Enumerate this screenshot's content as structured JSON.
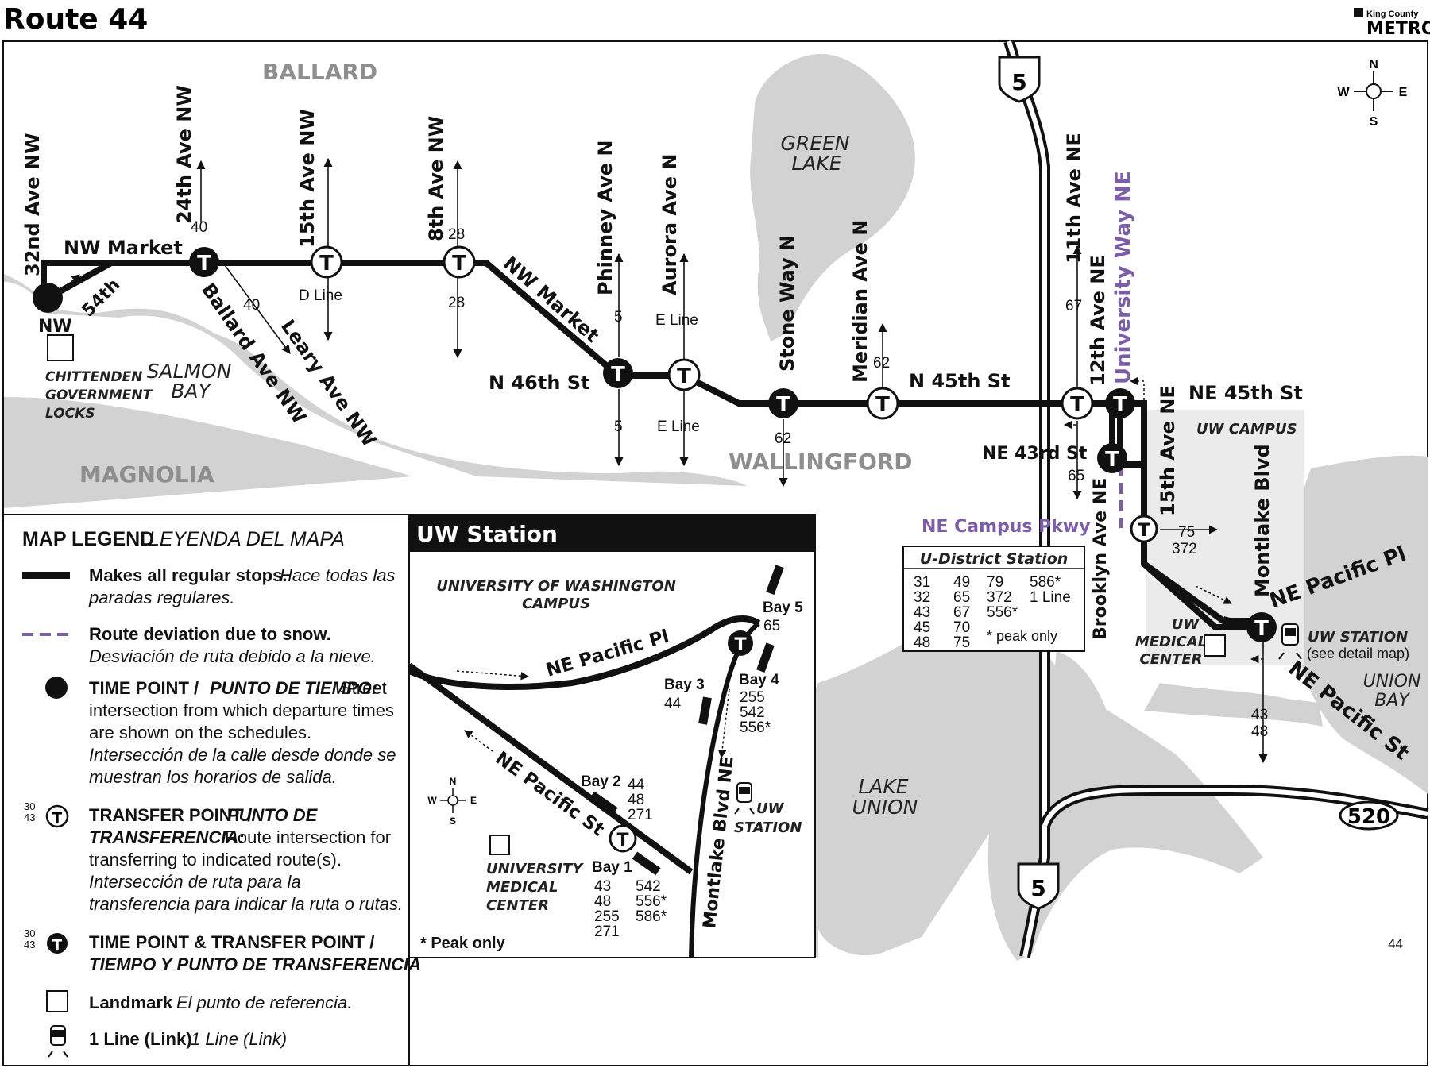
{
  "header": {
    "title": "Route 44",
    "agency_small": "King County",
    "agency": "METRO"
  },
  "compass": {
    "n": "N",
    "s": "S",
    "e": "E",
    "w": "W"
  },
  "neighborhoods": {
    "ballard": "BALLARD",
    "magnolia": "MAGNOLIA",
    "wallingford": "WALLINGFORD"
  },
  "water": {
    "green_lake_1": "GREEN",
    "green_lake_2": "LAKE",
    "salmon_bay_1": "SALMON",
    "salmon_bay_2": "BAY",
    "lake_union_1": "LAKE",
    "lake_union_2": "UNION",
    "union_bay_1": "UNION",
    "union_bay_2": "BAY"
  },
  "streets": {
    "s32nd": "32nd Ave NW",
    "s24th": "24th Ave NW",
    "s15th": "15th Ave NW",
    "s8th": "8th Ave NW",
    "phinney": "Phinney Ave N",
    "aurora": "Aurora Ave N",
    "stoneway": "Stone Way N",
    "meridian": "Meridian Ave N",
    "s11th": "11th Ave NE",
    "s12th": "12th Ave NE",
    "univway": "University Way NE",
    "s15thne": "15th Ave NE",
    "brooklyn": "Brooklyn Ave NE",
    "montlake": "Montlake Blvd",
    "nwmarket": "NW Market",
    "nwmarket2": "NW Market",
    "n54th": "54th",
    "nw": "NW",
    "ballardave": "Ballard Ave NW",
    "learyave": "Leary Ave NW",
    "n46th": "N 46th St",
    "n45th": "N 45th St",
    "ne45th": "NE 45th St",
    "ne43rd": "NE 43rd St",
    "campuspkwy": "NE Campus Pkwy",
    "nepacificpl": "NE Pacific Pl",
    "nepacificst": "NE Pacific St"
  },
  "highways": {
    "i5_top": "5",
    "i5_bottom": "5",
    "sr520": "520"
  },
  "route_labels": {
    "r40a": "40",
    "r40b": "40",
    "dline": "D Line",
    "r28a": "28",
    "r28b": "28",
    "r5a": "5",
    "r5b": "5",
    "eline_a": "E Line",
    "eline_b": "E Line",
    "r62a": "62",
    "r62b": "62",
    "r67": "67",
    "r65": "65",
    "r75": "75",
    "r372": "372",
    "r43": "43",
    "r48": "48"
  },
  "transfer_glyph": "T",
  "landmarks": {
    "locks_1": "CHITTENDEN",
    "locks_2": "GOVERNMENT",
    "locks_3": "LOCKS",
    "uwcampus": "UW CAMPUS",
    "uwmed_1": "UW",
    "uwmed_2": "MEDICAL",
    "uwmed_3": "CENTER",
    "uwstation_1": "UW STATION",
    "uwstation_2": "(see detail map)"
  },
  "udistrict": {
    "title": "U-District Station",
    "columns": [
      [
        "31",
        "32",
        "43",
        "45",
        "48"
      ],
      [
        "49",
        "65",
        "67",
        "70",
        "75"
      ],
      [
        "79",
        "372",
        "556*",
        "",
        ""
      ],
      [
        "586*",
        "1 Line",
        "",
        "",
        ""
      ]
    ],
    "note": "* peak only"
  },
  "page_number": "44",
  "inset": {
    "title": "UW Station",
    "campus_1": "UNIVERSITY OF WASHINGTON",
    "campus_2": "CAMPUS",
    "nepacificpl": "NE Pacific Pl",
    "nepacificst": "NE Pacific St",
    "montlake": "Montlake Blvd NE",
    "bay5": "Bay 5",
    "bay5_routes": [
      "65"
    ],
    "bay4": "Bay 4",
    "bay4_routes": [
      "255",
      "542",
      "556*"
    ],
    "bay3": "Bay 3",
    "bay3_routes": [
      "44"
    ],
    "bay2": "Bay 2",
    "bay2_routes": [
      "44",
      "48",
      "271"
    ],
    "bay1": "Bay 1",
    "bay1_routes_a": [
      "43",
      "48",
      "255",
      "271"
    ],
    "bay1_routes_b": [
      "542",
      "556*",
      "586*"
    ],
    "med_1": "UNIVERSITY",
    "med_2": "MEDICAL",
    "med_3": "CENTER",
    "station_1": "UW",
    "station_2": "STATION",
    "peak": "* Peak only",
    "compass": {
      "n": "N",
      "s": "S",
      "e": "E",
      "w": "W"
    }
  },
  "legend": {
    "title": "MAP LEGEND",
    "title_es": "LEYENDA DEL MAPA",
    "regular_b": "Makes all regular stops.",
    "regular_i1": "Hace todas las",
    "regular_i2": "paradas regulares.",
    "snow_b": "Route deviation due to snow.",
    "snow_i": "Desviación de ruta debido a la nieve.",
    "tp_b1": "TIME POINT /",
    "tp_bi1": "PUNTO DE TIEMPO:",
    "tp_r1": "Street",
    "tp_r2": "intersection from which departure times",
    "tp_r3": "are shown on the schedules.",
    "tp_i1": "Intersección de la calle desde donde se",
    "tp_i2": "muestran los horarios de salida.",
    "xf_b1": "TRANSFER POINT /",
    "xf_bi1": "PUNTO DE",
    "xf_bi2": "TRANSFERENCIA:",
    "xf_r2": "Route intersection for",
    "xf_r3": "transferring to indicated route(s).",
    "xf_i1": "Intersección de ruta para la",
    "xf_i2": "transferencia para indicar la ruta o rutas.",
    "txf_b1": "TIME POINT & TRANSFER POINT /",
    "txf_bi": "TIEMPO Y PUNTO DE TRANSFERENCIA",
    "landmark_b": "Landmark",
    "landmark_i": "El punto de referencia.",
    "link_b": "1 Line (Link)",
    "link_i": "1 Line (Link)",
    "sample_a": "30",
    "sample_b": "43"
  }
}
